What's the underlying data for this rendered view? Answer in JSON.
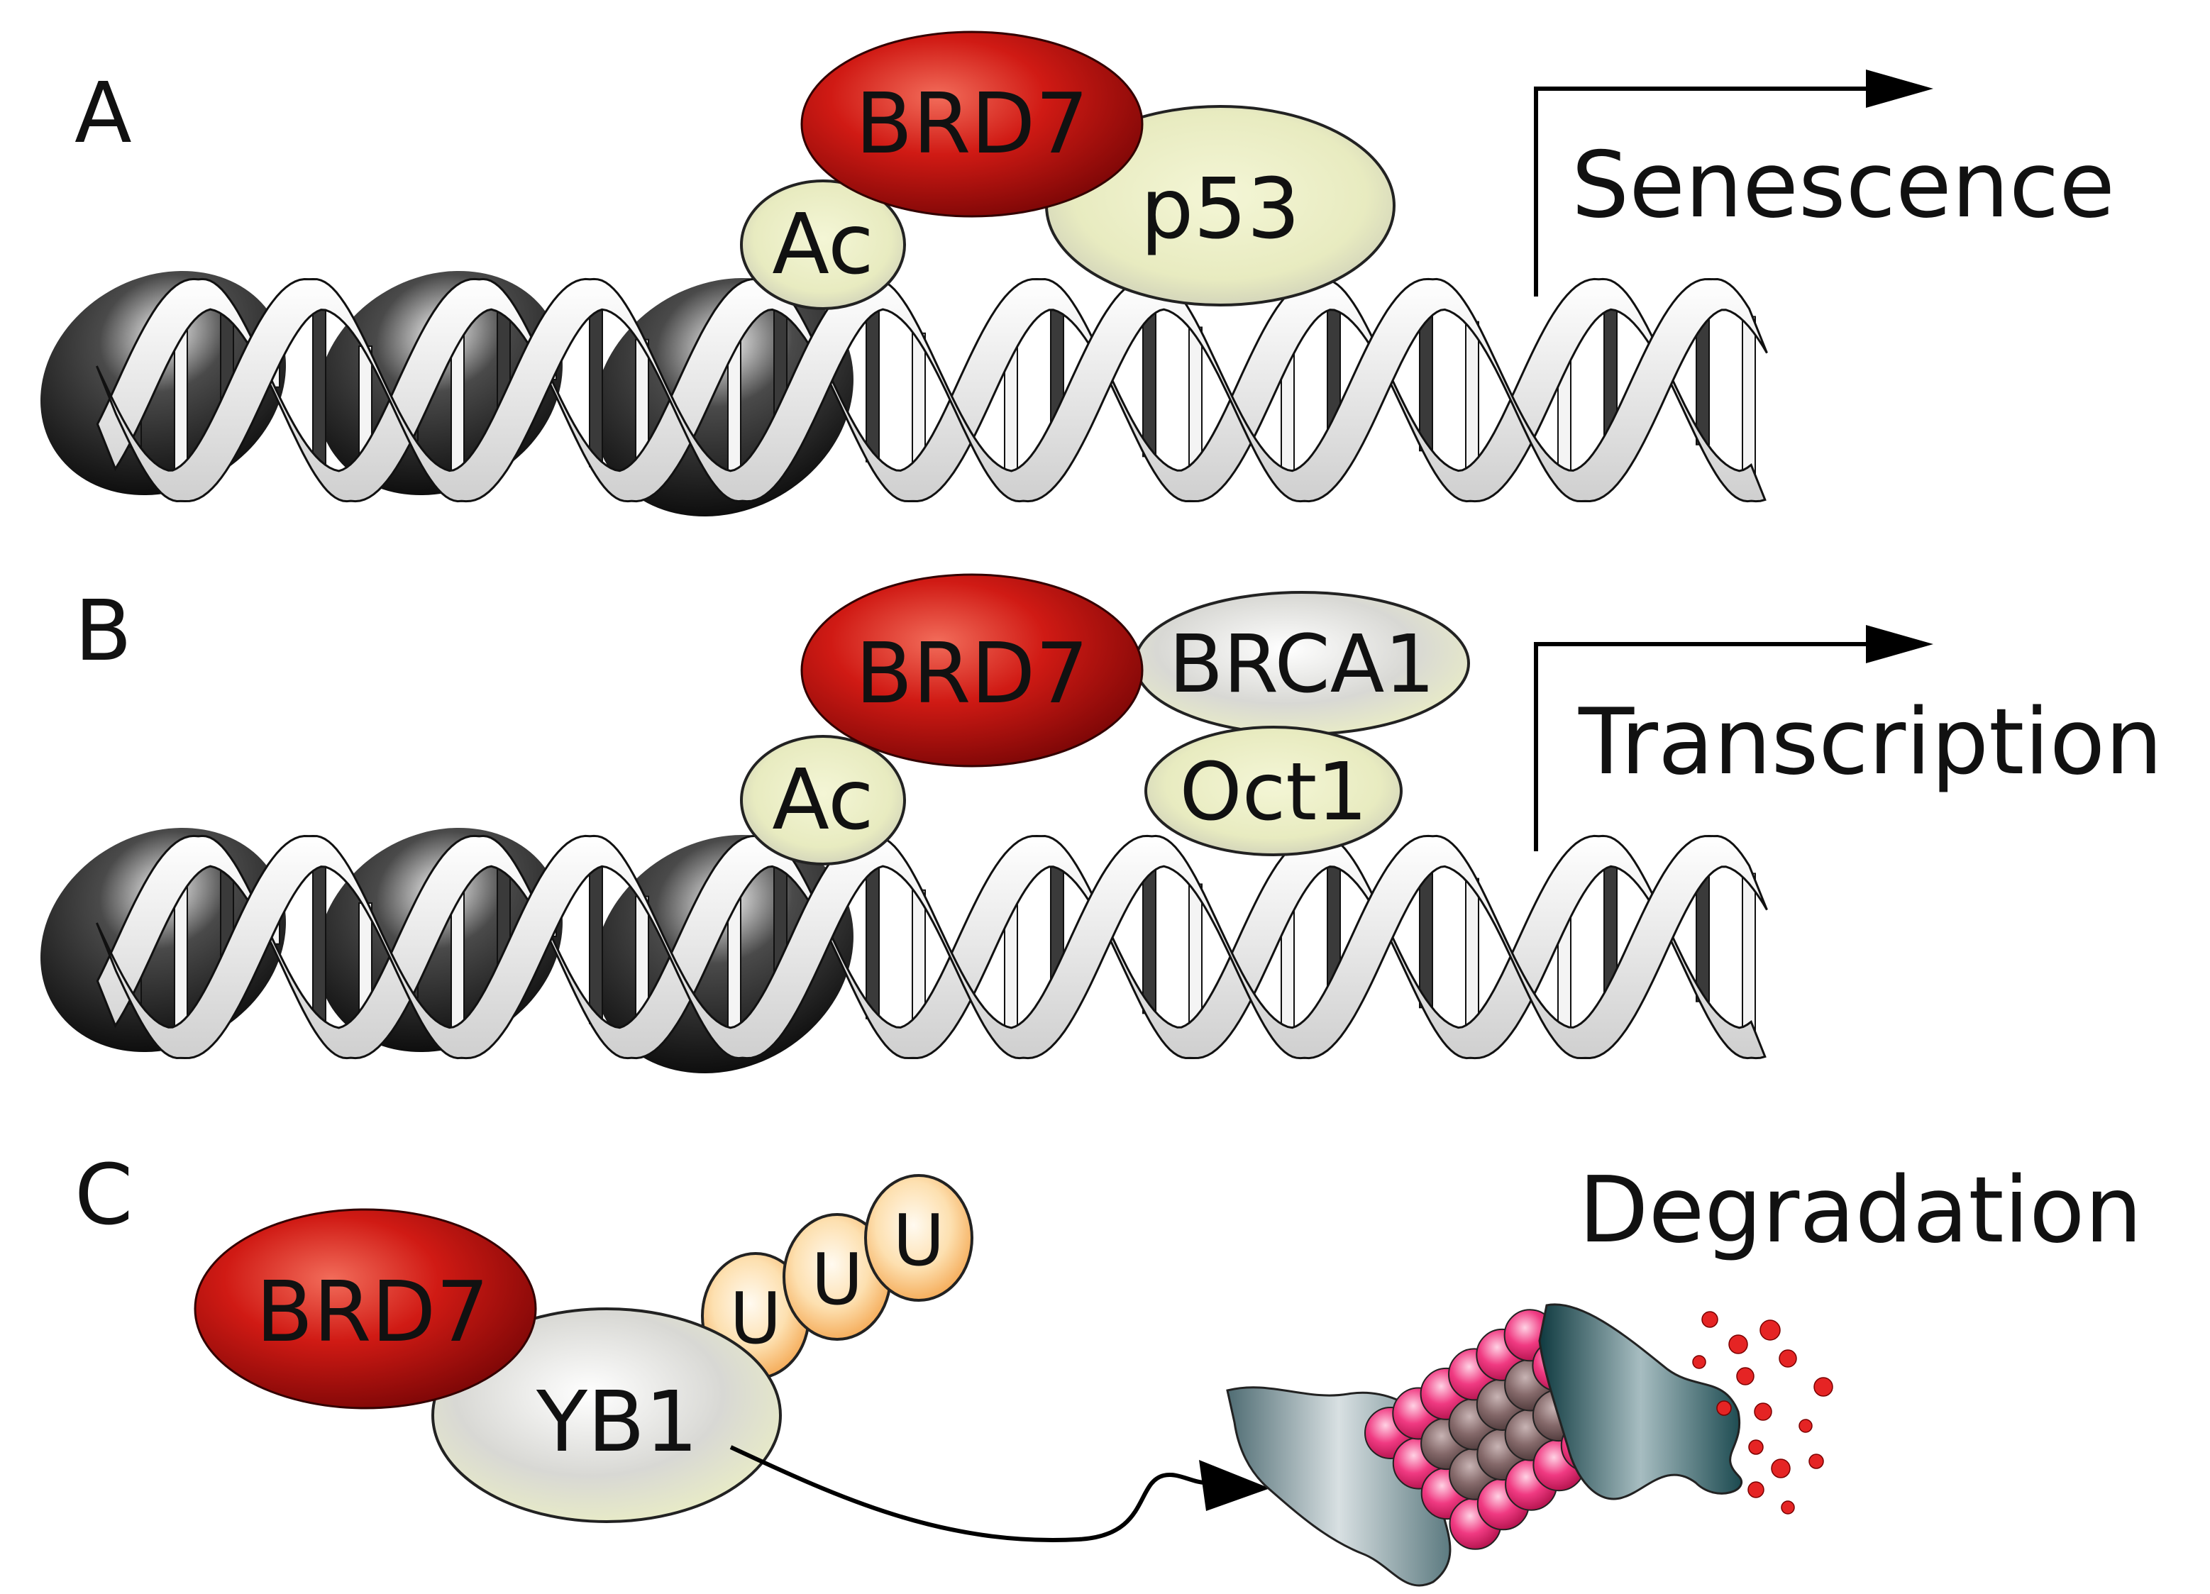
{
  "panels": [
    {
      "letter": "A",
      "outcome": "Senescence",
      "proteins": {
        "main": "BRD7",
        "mark": "Ac",
        "partner": "p53"
      }
    },
    {
      "letter": "B",
      "outcome": "Transcription",
      "proteins": {
        "main": "BRD7",
        "mark": "Ac",
        "partner_top": "BRCA1",
        "partner_bottom": "Oct1"
      }
    },
    {
      "letter": "C",
      "outcome": "Degradation",
      "proteins": {
        "main": "BRD7",
        "partner": "YB1",
        "ubiquitin": [
          "U",
          "U",
          "U"
        ]
      }
    }
  ],
  "colors": {
    "brd7": "#c01010",
    "partner": "#d9d9c8",
    "ubiquitin": "#f2b45a",
    "nucleosome": "#1a1a1a",
    "proteasome_pink": "#e6266e",
    "proteasome_brown": "#7c6466",
    "degraded_fragments": "#e02020"
  }
}
